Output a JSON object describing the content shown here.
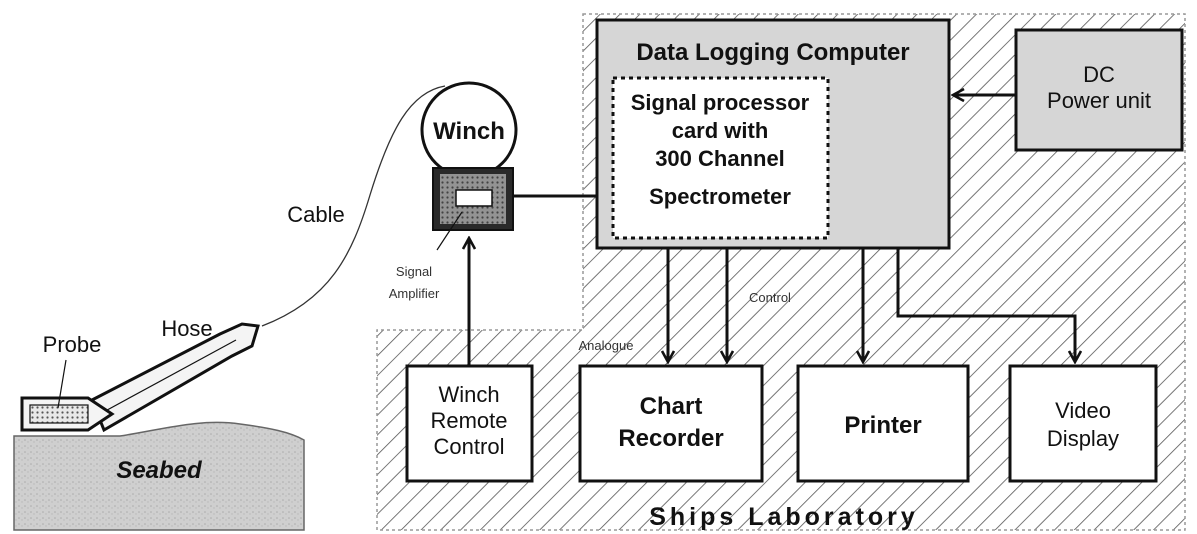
{
  "labels": {
    "data_logging_computer": "Data Logging Computer",
    "dc_power_1": "DC",
    "dc_power_2": "Power unit",
    "signal_proc_1": "Signal processor",
    "signal_proc_2": "card with",
    "signal_proc_3": "300 Channel",
    "signal_proc_4": "Spectrometer",
    "winch": "Winch",
    "cable": "Cable",
    "signal_amp_1": "Signal",
    "signal_amp_2": "Amplifier",
    "probe": "Probe",
    "hose": "Hose",
    "seabed": "Seabed",
    "winch_remote_1": "Winch",
    "winch_remote_2": "Remote",
    "winch_remote_3": "Control",
    "chart_recorder_1": "Chart",
    "chart_recorder_2": "Recorder",
    "printer": "Printer",
    "video_display_1": "Video",
    "video_display_2": "Display",
    "analogue": "Analogue",
    "control": "Control",
    "ships_laboratory": "Ships Laboratory"
  }
}
